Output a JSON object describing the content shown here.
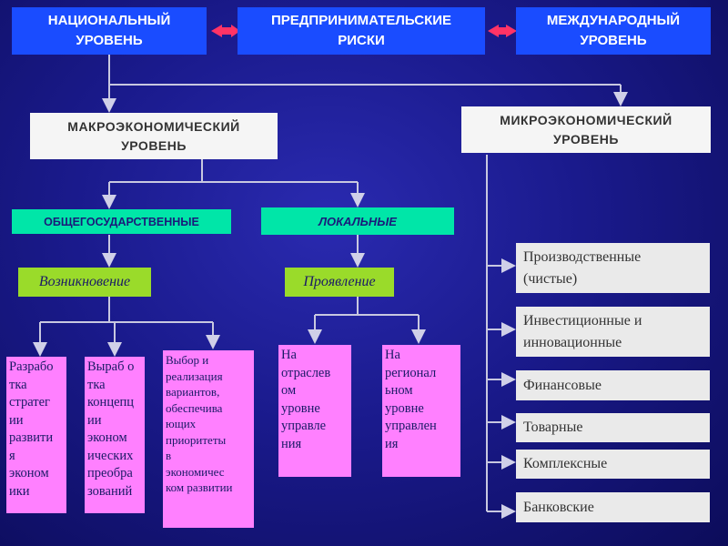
{
  "top": {
    "national": "НАЦИОНАЛЬНЫЙ\nУРОВЕНЬ",
    "risks": "ПРЕДПРИНИМАТЕЛЬСКИЕ\nРИСКИ",
    "international": "МЕЖДУНАРОДНЫЙ\nУРОВЕНЬ"
  },
  "macro": "МАКРОЭКОНОМИЧЕСКИЙ\nУРОВЕНЬ",
  "micro": "МИКРОЭКОНОМИЧЕСКИЙ\nУРОВЕНЬ",
  "state": "ОБЩЕГОСУДАРСТВЕННЫЕ",
  "local": "ЛОКАЛЬНЫЕ",
  "emergence": "Возникновение",
  "manifestation": "Проявление",
  "pink_boxes": [
    "Разрабо\nтка\nстратег\nии\nразвити\nя\nэконом\nики",
    "Выраб о\nтка\nконцепц\nии\nэконом\nических\nпреобра\nзований",
    "Выбор и\nреализация\nвариантов,\nобеспечива\nющих\nприоритеты\nв\nэкономичес\nком развитии",
    "На\nотраслев\nом\nуровне\nуправле\nния",
    "На\nрегионал\nьном\nуровне\nуправлен\nия"
  ],
  "micro_items": [
    "Производственные\n(чистые)",
    "Инвестиционные и\nинновационные",
    "Финансовые",
    "Товарные",
    "Комплексные",
    "Банковские"
  ],
  "colors": {
    "arrow_left": "#ff3366",
    "arrow_right": "#ff3366"
  }
}
